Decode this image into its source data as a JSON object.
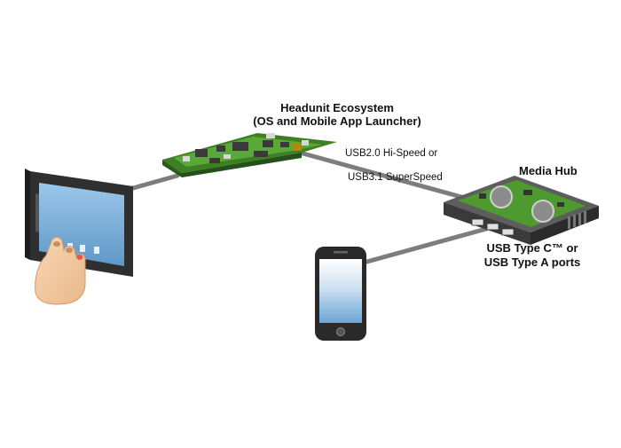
{
  "labels": {
    "headunit_title_line1": "Headunit Ecosystem",
    "headunit_title_line2": "(OS and Mobile App Launcher)",
    "usb_speed_line1": "USB2.0 Hi-Speed or",
    "usb_speed_line2": "USB3.1 SuperSpeed",
    "media_hub": "Media Hub",
    "ports_line1": "USB Type C™ or",
    "ports_line2": "USB Type A ports"
  },
  "colors": {
    "cable": "#808080",
    "pcb_green": "#4e9a2e",
    "pcb_dark": "#2f6b1a",
    "screen_blue": "#6fa8d6",
    "device_frame": "#3a3a3a",
    "hub_body": "#4a4a4a"
  },
  "icons": [
    "touchscreen-display-icon",
    "hand-icon",
    "headunit-board-icon",
    "media-hub-icon",
    "smartphone-icon"
  ]
}
